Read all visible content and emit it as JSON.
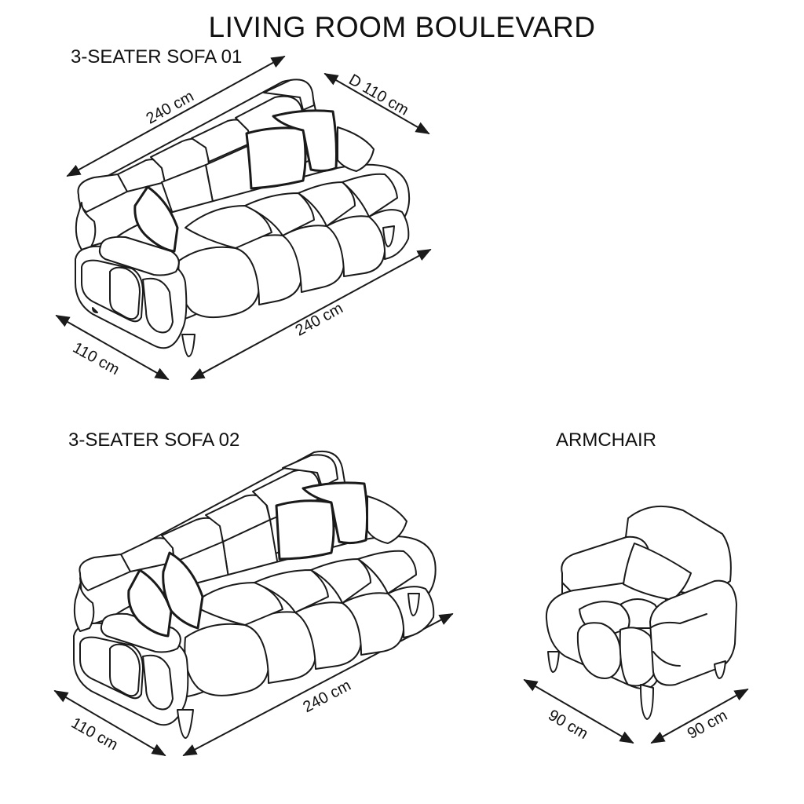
{
  "title": "LIVING ROOM BOULEVARD",
  "items": [
    {
      "label": "3-SEATER SOFA 01",
      "dimensions": {
        "back_width": "240 cm",
        "depth_top": "D 110 cm",
        "front_width": "240 cm",
        "side_depth": "110 cm"
      }
    },
    {
      "label": "3-SEATER SOFA 02",
      "dimensions": {
        "front_width": "240 cm",
        "side_depth": "110 cm"
      }
    },
    {
      "label": "ARMCHAIR",
      "dimensions": {
        "left": "90 cm",
        "right": "90 cm"
      }
    }
  ],
  "colors": {
    "line": "#1a1a1a",
    "background": "#ffffff"
  }
}
